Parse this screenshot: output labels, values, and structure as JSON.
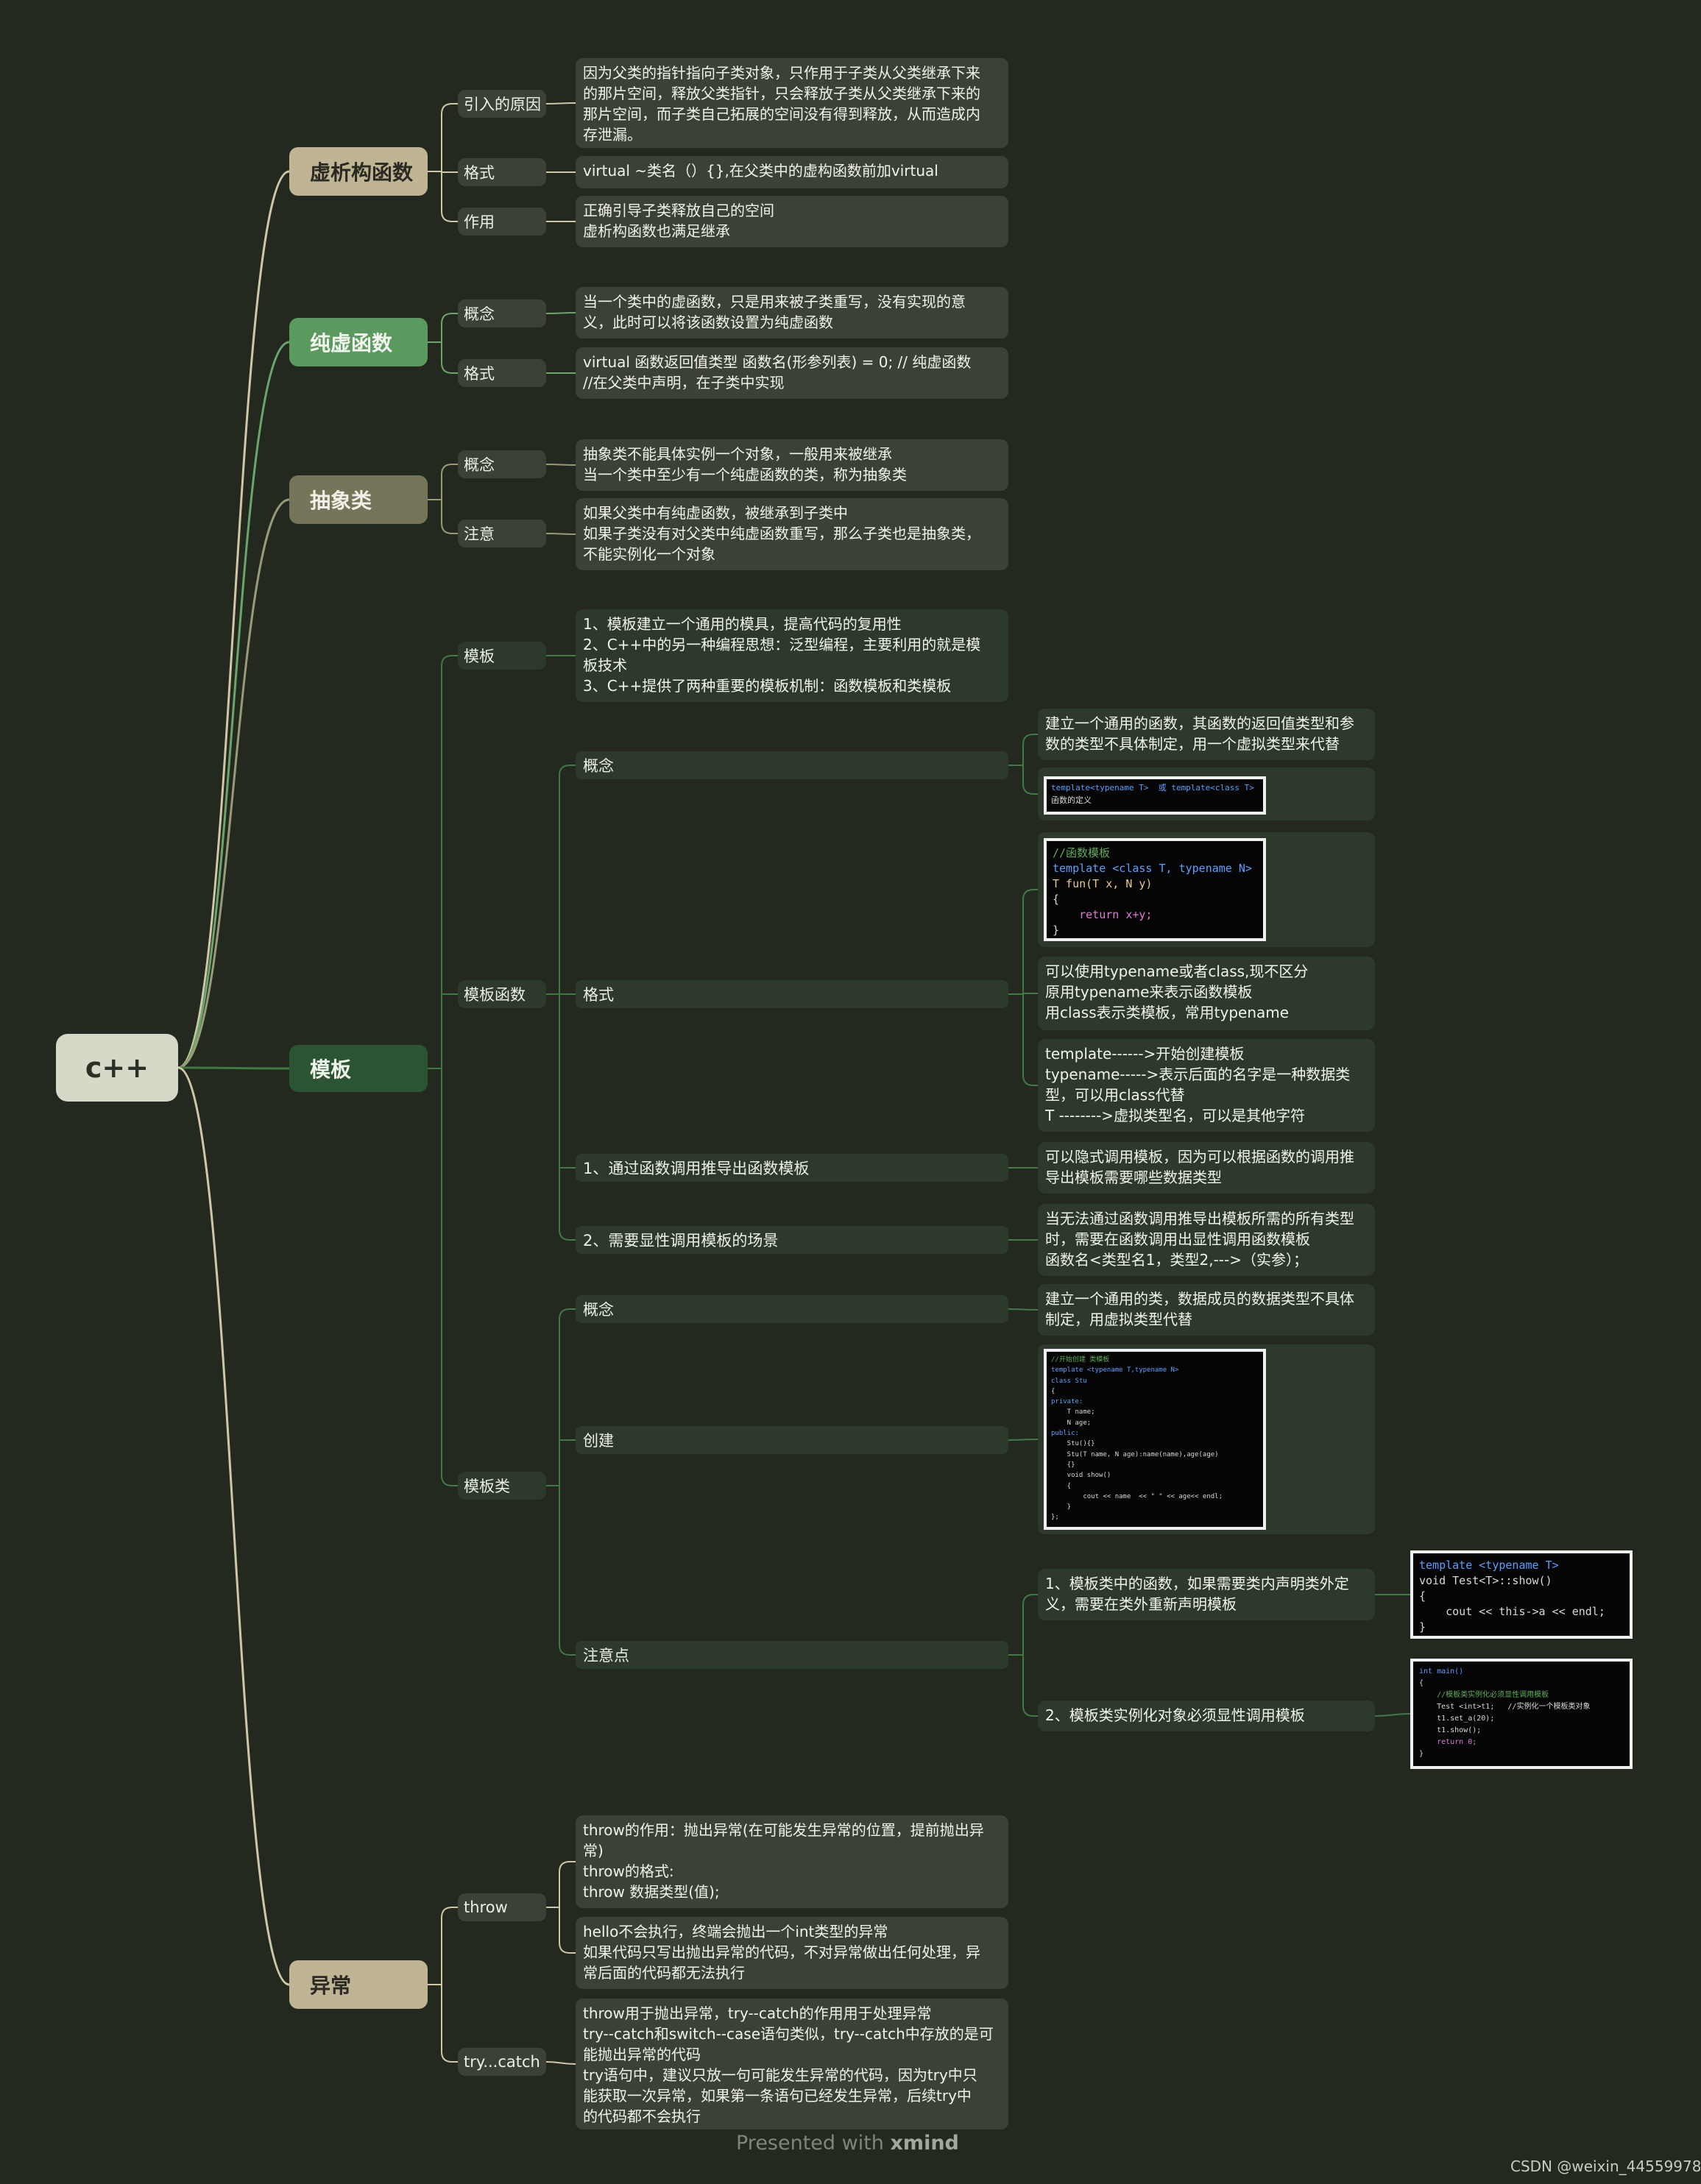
{
  "root": {
    "label": "c++"
  },
  "branches": {
    "destructor": {
      "label": "虚析构函数",
      "reason": {
        "label": "引入的原因",
        "text": [
          "因为父类的指针指向子类对象，只作用于子类从父类继承下来",
          "的那片空间，释放父类指针，只会释放子类从父类继承下来的",
          "那片空间，而子类自己拓展的空间没有得到释放，从而造成内",
          "存泄漏。"
        ]
      },
      "format": {
        "label": "格式",
        "text": [
          "virtual ~类名（）{},在父类中的虚构函数前加virtual"
        ]
      },
      "effect": {
        "label": "作用",
        "text": [
          "正确引导子类释放自己的空间",
          "虚析构函数也满足继承"
        ]
      }
    },
    "pure_virtual": {
      "label": "纯虚函数",
      "concept": {
        "label": "概念",
        "text": [
          "当一个类中的虚函数，只是用来被子类重写，没有实现的意",
          "义，此时可以将该函数设置为纯虚函数"
        ]
      },
      "format": {
        "label": "格式",
        "text": [
          "virtual 函数返回值类型 函数名(形参列表) = 0; // 纯虚函数",
          "//在父类中声明，在子类中实现"
        ]
      }
    },
    "abstract": {
      "label": "抽象类",
      "concept": {
        "label": "概念",
        "text": [
          "抽象类不能具体实例一个对象，一般用来被继承",
          "当一个类中至少有一个纯虚函数的类，称为抽象类"
        ]
      },
      "note": {
        "label": "注意",
        "text": [
          "如果父类中有纯虚函数，被继承到子类中",
          "如果子类没有对父类中纯虚函数重写，那么子类也是抽象类，",
          "不能实例化一个对象"
        ]
      }
    },
    "template": {
      "label": "模板",
      "intro": {
        "label": "模板",
        "text": [
          "1、模板建立一个通用的模具，提高代码的复用性",
          "2、C++中的另一种编程思想：泛型编程，主要利用的就是模",
          "板技术",
          "3、C++提供了两种重要的模板机制：函数模板和类模板"
        ]
      },
      "func_template": {
        "label": "模板函数",
        "concept": {
          "label": "概念",
          "text": [
            "建立一个通用的函数，其函数的返回值类型和参",
            "数的类型不具体制定，用一个虚拟类型来代替"
          ],
          "code": [
            "template<typename T>  或 template<class T>",
            "函数的定义"
          ]
        },
        "format": {
          "label": "格式",
          "code": [
            "//函数模板",
            "template <class T, typename N>",
            "T fun(T x, N y)",
            "{",
            "    return x+y;",
            "}"
          ],
          "note1": [
            "可以使用typename或者class,现不区分",
            "原用typename来表示函数模板",
            "用class表示类模板，常用typename"
          ],
          "note2": [
            "template------>开始创建模板",
            "typename----->表示后面的名字是一种数据类",
            "型，可以用class代替",
            "T           -------->虚拟类型名，可以是其他字符"
          ]
        },
        "deduce": {
          "label": "1、通过函数调用推导出函数模板",
          "text": [
            "可以隐式调用模板，因为可以根据函数的调用推",
            "导出模板需要哪些数据类型"
          ]
        },
        "explicit": {
          "label": "2、需要显性调用模板的场景",
          "text": [
            "当无法通过函数调用推导出模板所需的所有类型",
            "时，需要在函数调用出显性调用函数模板",
            "函数名<类型名1，类型2,--->（实参）；"
          ]
        }
      },
      "class_template": {
        "label": "模板类",
        "concept": {
          "label": "概念",
          "text": [
            "建立一个通用的类，数据成员的数据类型不具体",
            "制定，用虚拟类型代替"
          ]
        },
        "create": {
          "label": "创建",
          "code": [
            "//开始创建 类模板",
            "template <typename T,typename N>",
            "class Stu",
            "{",
            "private:",
            "    T name;",
            "    N age;",
            "public:",
            "    Stu(){}",
            "    Stu(T name, N age):name(name),age(age)",
            "    {}",
            "    void show()",
            "    {",
            "        cout << name  << \" \" << age<< endl;",
            "    }",
            "};"
          ]
        },
        "notes": {
          "label": "注意点",
          "n1": {
            "text": [
              "1、模板类中的函数，如果需要类内声明类外定",
              "义，需要在类外重新声明模板"
            ],
            "code": [
              "template <typename T>",
              "void Test<T>::show()",
              "{",
              "    cout << this->a << endl;",
              "}"
            ]
          },
          "n2": {
            "text": [
              "2、模板类实例化对象必须显性调用模板"
            ],
            "code": [
              "int main()",
              "{",
              "    //模板类实例化必须显性调用模板",
              "    Test <int>t1;   //实例化一个模板类对象",
              "    t1.set_a(20);",
              "    t1.show();",
              "    return 0;",
              "}"
            ]
          }
        }
      }
    },
    "exception": {
      "label": "异常",
      "throw": {
        "label": "throw",
        "text1": [
          "throw的作用：抛出异常(在可能发生异常的位置，提前抛出异",
          "常)",
          "throw的格式:",
          "throw 数据类型(值);"
        ],
        "text2": [
          "hello不会执行，终端会抛出一个int类型的异常",
          "如果代码只写出抛出异常的代码，不对异常做出任何处理，异",
          "常后面的代码都无法执行"
        ]
      },
      "try_catch": {
        "label": "try...catch",
        "text": [
          "throw用于抛出异常，try--catch的作用用于处理异常",
          "try--catch和switch--case语句类似，try--catch中存放的是可",
          "能抛出异常的代码",
          "try语句中，建议只放一句可能发生异常的代码，因为try中只",
          "能获取一次异常，如果第一条语句已经发生异常，后续try中",
          "的代码都不会执行"
        ]
      }
    }
  },
  "footer": {
    "prefix": "Presented with ",
    "brand": "xmind"
  },
  "watermark": "CSDN @weixin_44559978",
  "colors": {
    "background": "#23291f",
    "link_tan": "#cfc7a6",
    "link_green": "#3f7a46",
    "root_fill": "#d6d8c8"
  }
}
